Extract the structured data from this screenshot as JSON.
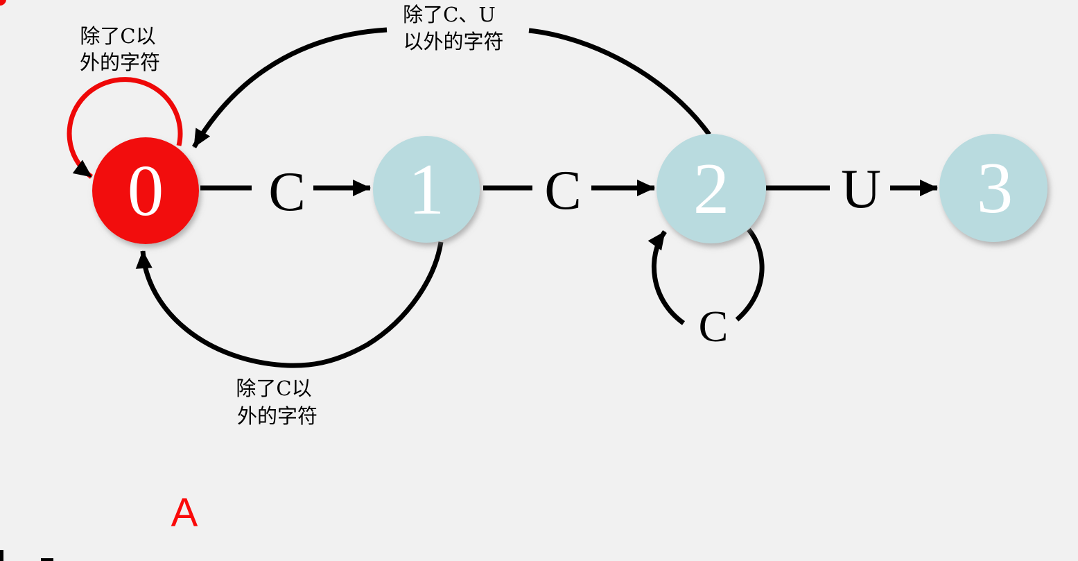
{
  "diagram": {
    "type": "finite-state-machine",
    "background": "#f1f1f1",
    "colors": {
      "state_default_fill": "#b9dbdf",
      "state_active_fill": "#f20808",
      "state_text": "#ffffff",
      "edge_stroke": "#000000",
      "active_loop_stroke": "#ee0808",
      "annotation_red": "#fa0a0a"
    },
    "states": [
      {
        "id": "0",
        "label": "0",
        "highlighted": true
      },
      {
        "id": "1",
        "label": "1",
        "highlighted": false
      },
      {
        "id": "2",
        "label": "2",
        "highlighted": false
      },
      {
        "id": "3",
        "label": "3",
        "highlighted": false
      }
    ],
    "transitions": [
      {
        "from": "0",
        "to": "0",
        "label": "除了C以外的字符",
        "label_lines": [
          "除了C以",
          "外的字符"
        ]
      },
      {
        "from": "0",
        "to": "1",
        "label": "C"
      },
      {
        "from": "1",
        "to": "2",
        "label": "C"
      },
      {
        "from": "2",
        "to": "3",
        "label": "U"
      },
      {
        "from": "2",
        "to": "2",
        "label": "C"
      },
      {
        "from": "1",
        "to": "0",
        "label": "除了C以外的字符",
        "label_lines": [
          "除了C以",
          "外的字符"
        ]
      },
      {
        "from": "2",
        "to": "0",
        "label": "除了C、U以外的字符",
        "label_lines": [
          "除了C、U",
          "以外的字符"
        ]
      }
    ],
    "annotation": "A"
  }
}
